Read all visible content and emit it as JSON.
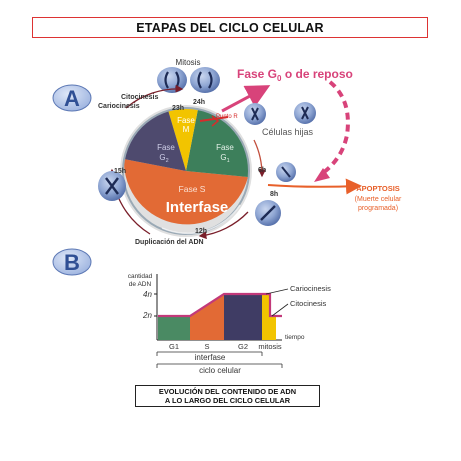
{
  "title": "ETAPAS DEL CICLO CELULAR",
  "panel_a": {
    "badge": "A",
    "mitosis": "Mitosis",
    "fase_g0_pre": "Fase G",
    "fase_g0_sub": "0",
    "fase_g0_post": " o de reposo",
    "citocinesis": "Citocinesis",
    "cariocinesis": "Cariocinesis",
    "h23": "23h",
    "h24": "24h",
    "punto_r": "Punto R",
    "celulas_hijas": "Células hijas",
    "fase_m_1": "Fase",
    "fase_m_2": "M",
    "fase_g2_1": "Fase",
    "fase_g2_2": "G",
    "fase_g2_sub": "2",
    "fase_g1_1": "Fase",
    "fase_g1_2": "G",
    "fase_g1_sub": "1",
    "fase_s": "Fase S",
    "interfase": "Interfase",
    "h15": "15h",
    "h6": "6h",
    "h8": "8h",
    "h12": "12h",
    "apoptosis_1": "APOPTOSIS",
    "apoptosis_2": "(Muerte celular",
    "apoptosis_3": "programada)",
    "duplicacion": "Duplicación del ADN"
  },
  "panel_b": {
    "badge": "B",
    "ylabel_1": "cantidad",
    "ylabel_2": "de ADN",
    "tick_4n": "4n",
    "tick_2n": "2n",
    "cariocinesis": "Cariocinesis",
    "citocinesis": "Citocinesis",
    "tiempo": "tiempo",
    "x_g1": "G1",
    "x_s": "S",
    "x_g2": "G2",
    "x_mitosis": "mitosis",
    "interfase": "interfase",
    "ciclo": "ciclo celular"
  },
  "caption": {
    "line1": "EVOLUCIÓN DEL CONTENIDO DE ADN",
    "line2": "A LO LARGO DEL CICLO CELULAR"
  },
  "colors": {
    "red_accent": "#d62c2c",
    "magenta": "#d8437a",
    "orange_apoptosis": "#e8602a",
    "phase_m": "#f2c400",
    "phase_g1": "#3d7f5b",
    "phase_g2": "#4e4a6e",
    "phase_s": "#e26a35",
    "cell_blue": "#3f63a8",
    "badge_blue": "#4a74c4"
  }
}
